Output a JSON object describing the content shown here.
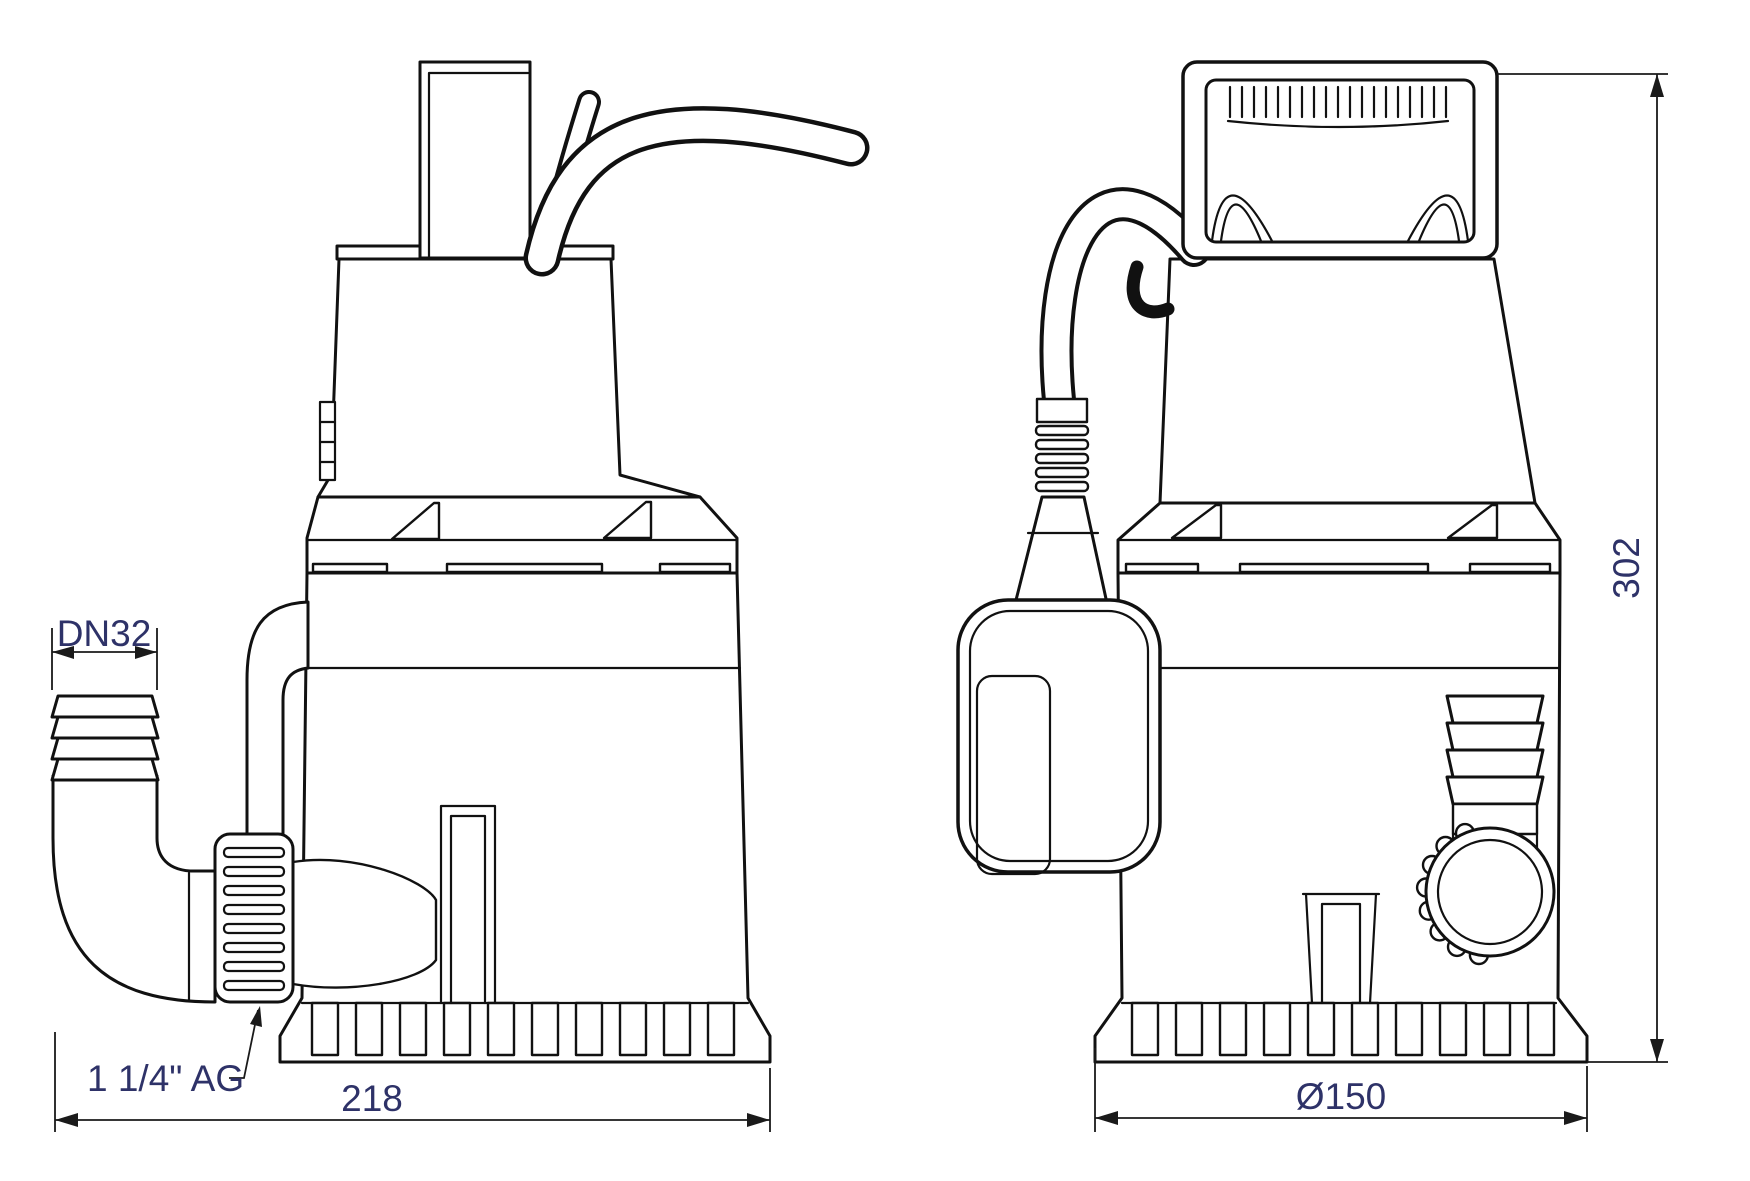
{
  "document": {
    "type": "technical-dimension-drawing",
    "subject": "submersible drainage pump shown in two orthographic views with dimension callouts"
  },
  "colors": {
    "line": "#111111",
    "dimension_text": "#2e3268",
    "background": "#ffffff"
  },
  "labels": {
    "outlet_nominal_diameter": "DN32",
    "outlet_thread": "1 1/4\" AG",
    "overall_width": "218",
    "base_diameter": "Ø150",
    "overall_height": "302"
  }
}
